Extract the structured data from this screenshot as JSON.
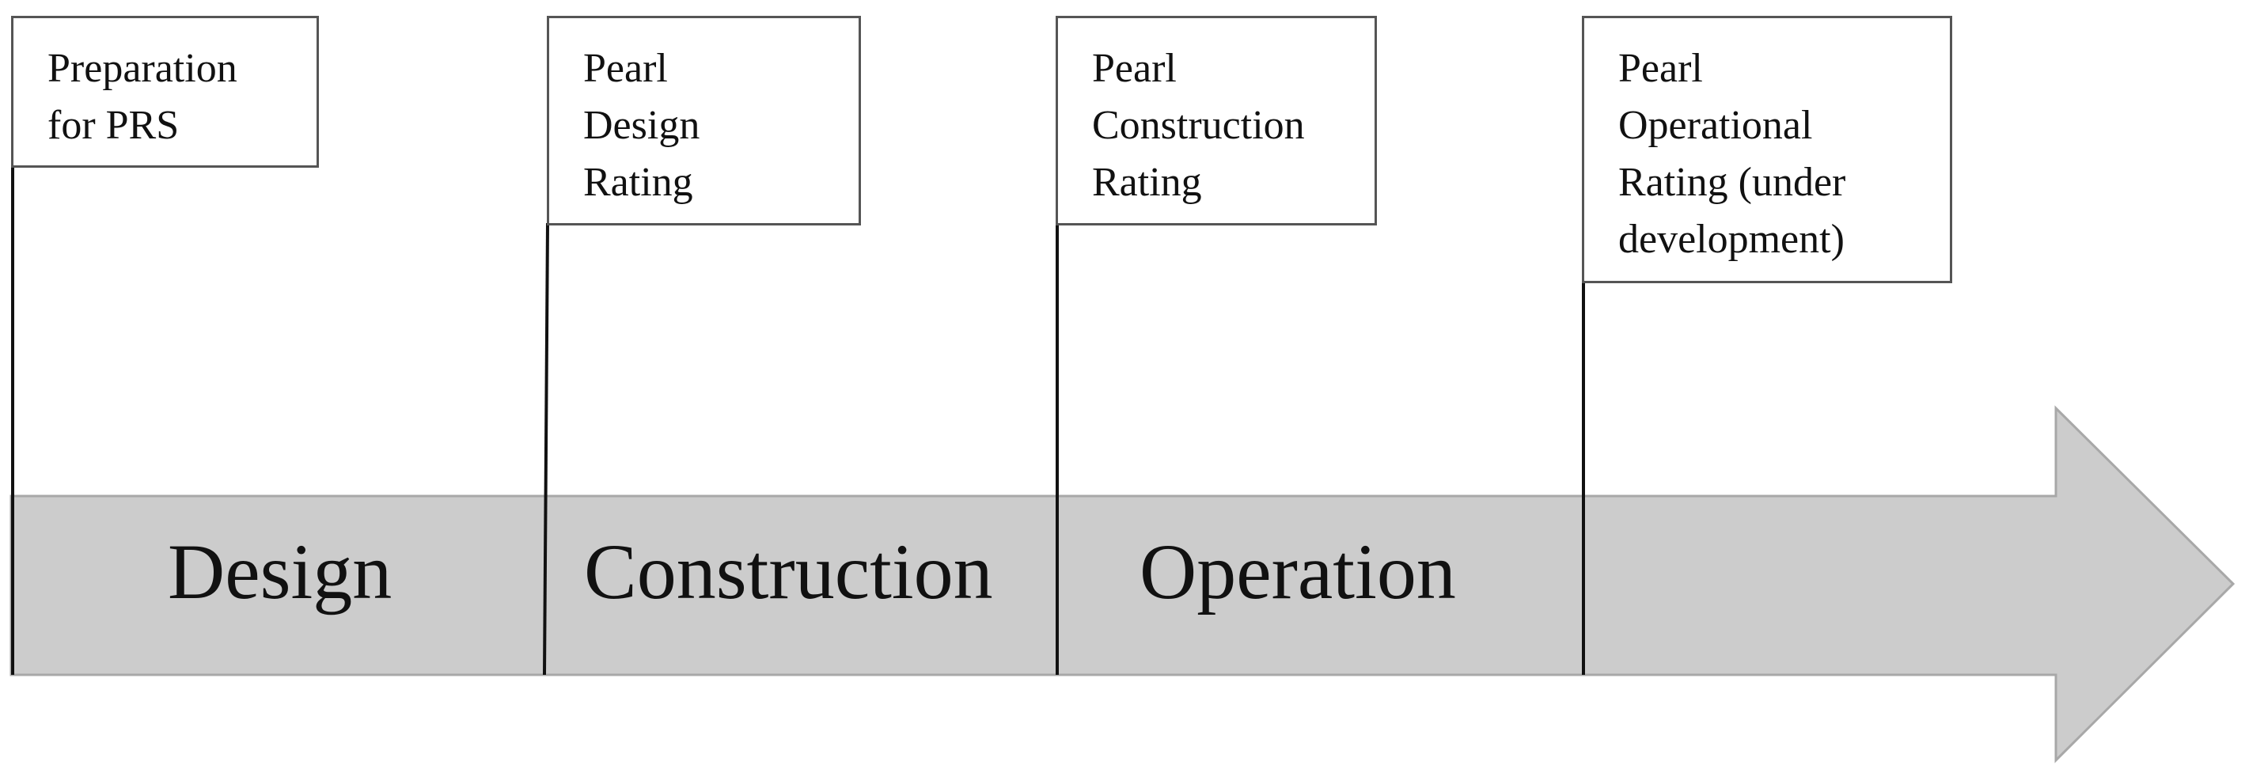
{
  "diagram": {
    "colors": {
      "arrow_fill": "#cccccc",
      "arrow_stroke": "#a8a8a8",
      "pole_stroke": "#111111",
      "box_border": "#555555",
      "text": "#111111"
    },
    "milestones": [
      {
        "lines": [
          "Preparation",
          "for PRS"
        ]
      },
      {
        "lines": [
          "Pearl",
          "Design",
          "Rating"
        ]
      },
      {
        "lines": [
          "Pearl",
          "Construction",
          "Rating"
        ]
      },
      {
        "lines": [
          "Pearl",
          "Operational",
          "Rating (under",
          "development)"
        ]
      }
    ],
    "phases": [
      "Design",
      "Construction",
      "Operation"
    ]
  }
}
